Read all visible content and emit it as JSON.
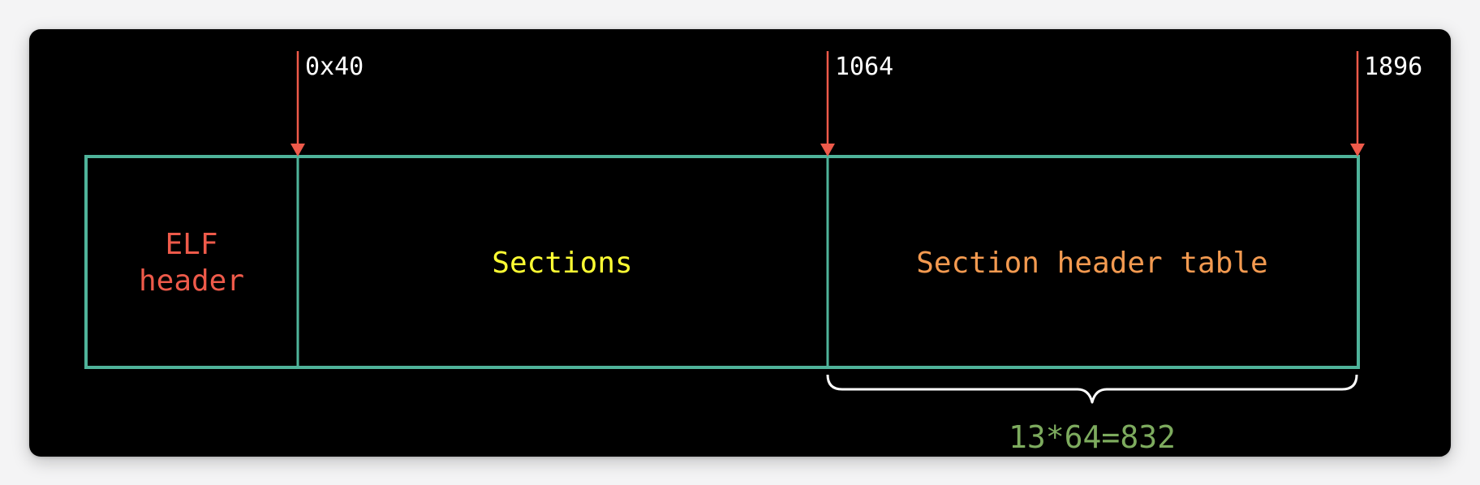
{
  "colors": {
    "background": "#000000",
    "box_border": "#4fb39a",
    "arrow": "#ee5a4a",
    "offset_label": "#ffffff",
    "elf_header": "#ee5a4a",
    "sections": "#ffff33",
    "section_header_table": "#f39a50",
    "brace": "#ffffff",
    "size_label": "#7dab5e"
  },
  "offsets": [
    "0x40",
    "1064",
    "1896"
  ],
  "blocks": {
    "elf_header": [
      "ELF",
      "header"
    ],
    "sections": "Sections",
    "section_header_table": "Section header table"
  },
  "size_annotation": "13*64=832"
}
